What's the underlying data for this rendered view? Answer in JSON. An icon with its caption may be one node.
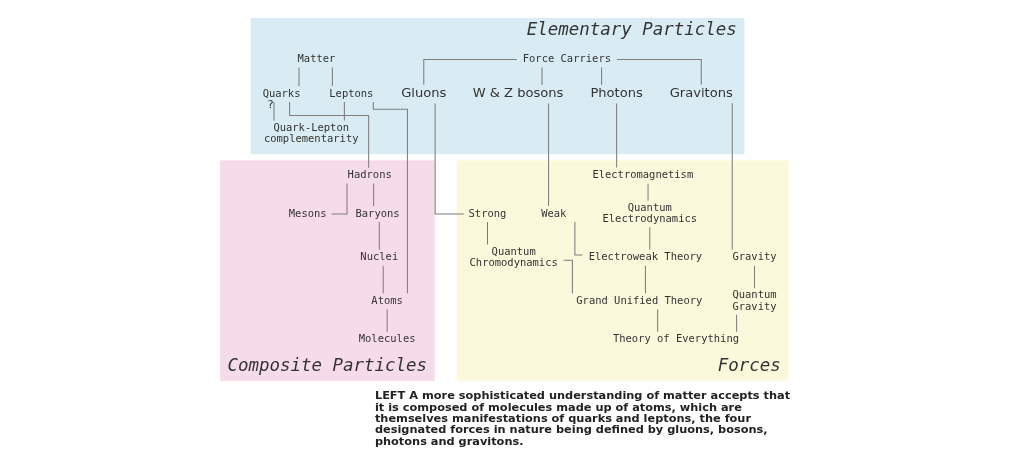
{
  "diagram": {
    "caption": "LEFT A more sophisticated understanding of matter accepts that it is composed of molecules made up of atoms, which are themselves manifestations of quarks and leptons, the four designated forces in nature being defined by gluons, bosons, photons and gravitons.",
    "nodes": [
      {
        "text": [
          "Elementary Particles"
        ]
      },
      {
        "text": [
          "Matter"
        ],
        "in": 0
      },
      {
        "text": [
          "Quarks"
        ],
        "in": 0
      },
      {
        "text": [
          "Leptons"
        ],
        "in": 0
      },
      {
        "text": [
          "Quark-Lepton complementarity"
        ],
        "in": 0
      },
      {
        "text": [
          "Force Carriers"
        ],
        "in": 0
      },
      {
        "text": [
          "Gluons"
        ],
        "in": 0
      },
      {
        "text": [
          "W & Z bosons"
        ],
        "in": 0
      },
      {
        "text": [
          "Photons"
        ],
        "in": 0
      },
      {
        "text": [
          "Gravitons"
        ],
        "in": 0
      },
      {
        "text": [
          "Composite Particles"
        ]
      },
      {
        "text": [
          "Hadrons"
        ],
        "in": 10
      },
      {
        "text": [
          "Mesons"
        ],
        "in": 10
      },
      {
        "text": [
          "Baryons"
        ],
        "in": 10
      },
      {
        "text": [
          "Nuclei"
        ],
        "in": 10
      },
      {
        "text": [
          "Atoms"
        ],
        "in": 10
      },
      {
        "text": [
          "Molecules"
        ],
        "in": 10
      },
      {
        "text": [
          "Forces"
        ]
      },
      {
        "text": [
          "Strong"
        ],
        "in": 17
      },
      {
        "text": [
          "Weak"
        ],
        "in": 17
      },
      {
        "text": [
          "Electromagnetism"
        ],
        "in": 17
      },
      {
        "text": [
          "Gravity"
        ],
        "in": 17
      },
      {
        "text": [
          "Quantum Chromodynamics"
        ],
        "in": 17
      },
      {
        "text": [
          "Quantum Electrodynamics"
        ],
        "in": 17
      },
      {
        "text": [
          "Quantum Gravity"
        ],
        "in": 17
      },
      {
        "text": [
          "Electroweak Theory"
        ],
        "in": 17
      },
      {
        "text": [
          "Grand Unified Theory"
        ],
        "in": 17
      },
      {
        "text": [
          "Theory of Everything"
        ],
        "in": 17
      }
    ],
    "edges": [
      {
        "from": 1,
        "to": 2,
        "arrow": "none"
      },
      {
        "from": 1,
        "to": 3,
        "arrow": "none"
      },
      {
        "from": 2,
        "to": 4,
        "arrow": "none",
        "label": "?"
      },
      {
        "from": 3,
        "to": 4,
        "arrow": "none"
      },
      {
        "from": 5,
        "to": 6,
        "arrow": "none"
      },
      {
        "from": 5,
        "to": 7,
        "arrow": "none"
      },
      {
        "from": 5,
        "to": 8,
        "arrow": "none"
      },
      {
        "from": 5,
        "to": 9,
        "arrow": "none"
      },
      {
        "from": 2,
        "to": 11,
        "arrow": "none"
      },
      {
        "from": 11,
        "to": 12,
        "arrow": "none"
      },
      {
        "from": 11,
        "to": 13,
        "arrow": "none"
      },
      {
        "from": 13,
        "to": 14,
        "arrow": "none"
      },
      {
        "from": 14,
        "to": 15,
        "arrow": "none"
      },
      {
        "from": 3,
        "to": 15,
        "arrow": "none"
      },
      {
        "from": 15,
        "to": 16,
        "arrow": "none"
      },
      {
        "from": 6,
        "to": 18,
        "arrow": "none"
      },
      {
        "from": 7,
        "to": 19,
        "arrow": "none"
      },
      {
        "from": 8,
        "to": 20,
        "arrow": "none"
      },
      {
        "from": 9,
        "to": 21,
        "arrow": "none"
      },
      {
        "from": 18,
        "to": 22,
        "arrow": "none"
      },
      {
        "from": 20,
        "to": 23,
        "arrow": "none"
      },
      {
        "from": 21,
        "to": 24,
        "arrow": "none"
      },
      {
        "from": 19,
        "to": 25,
        "arrow": "none"
      },
      {
        "from": 23,
        "to": 25,
        "arrow": "none"
      },
      {
        "from": 22,
        "to": 26,
        "arrow": "none"
      },
      {
        "from": 25,
        "to": 26,
        "arrow": "none"
      },
      {
        "from": 26,
        "to": 27,
        "arrow": "none"
      },
      {
        "from": 24,
        "to": 27,
        "arrow": "none"
      }
    ]
  }
}
